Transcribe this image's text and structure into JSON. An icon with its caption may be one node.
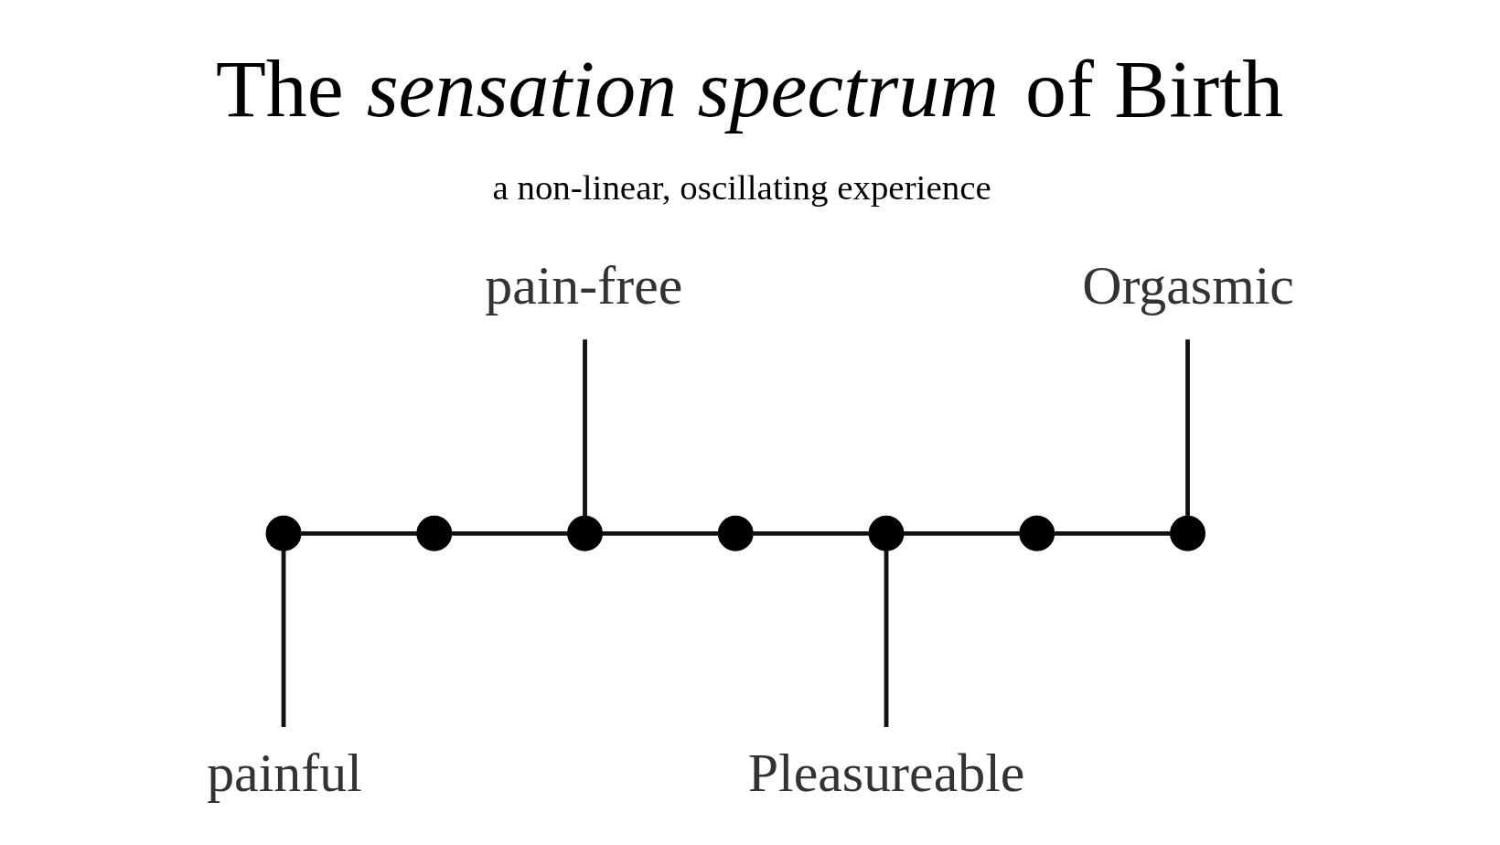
{
  "diagram": {
    "title": "The *sensation spectrum* of Birth",
    "caption": "a non-linear, oscillating experience",
    "nodes": [
      {
        "text": [],
        "shape": "circle"
      },
      {
        "text": [],
        "shape": "circle"
      },
      {
        "text": [],
        "shape": "circle"
      },
      {
        "text": [],
        "shape": "circle"
      },
      {
        "text": [],
        "shape": "circle"
      },
      {
        "text": [],
        "shape": "circle"
      },
      {
        "text": [],
        "shape": "circle"
      },
      {
        "text": [
          "pain-free"
        ]
      },
      {
        "text": [
          "Orgasmic"
        ]
      },
      {
        "text": [
          "painful"
        ]
      },
      {
        "text": [
          "Pleasureable"
        ]
      }
    ],
    "edges": [
      {
        "from": 0,
        "to": 1,
        "arrow": "none"
      },
      {
        "from": 1,
        "to": 2,
        "arrow": "none"
      },
      {
        "from": 2,
        "to": 3,
        "arrow": "none"
      },
      {
        "from": 3,
        "to": 4,
        "arrow": "none"
      },
      {
        "from": 4,
        "to": 5,
        "arrow": "none"
      },
      {
        "from": 5,
        "to": 6,
        "arrow": "none"
      },
      {
        "from": 2,
        "to": 7,
        "arrow": "none"
      },
      {
        "from": 6,
        "to": 8,
        "arrow": "none"
      },
      {
        "from": 0,
        "to": 9,
        "arrow": "none"
      },
      {
        "from": 4,
        "to": 10,
        "arrow": "none"
      }
    ]
  }
}
